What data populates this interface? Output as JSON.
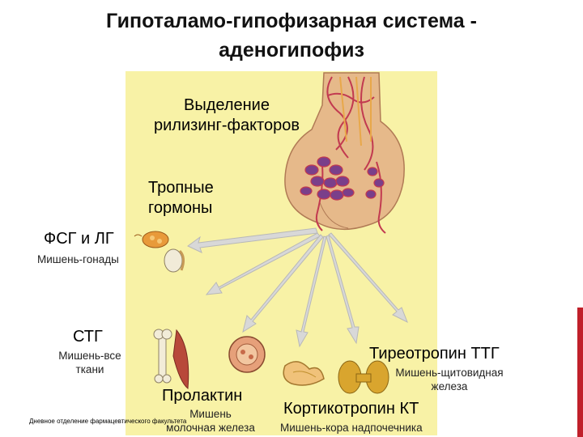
{
  "title_line1": "Гипоталамо-гипофизарная система -",
  "title_line2": "аденогипофиз",
  "labels": {
    "releasing": [
      "Выделение",
      "рилизинг-факторов"
    ],
    "tropic": [
      "Тропные",
      "гормоны"
    ],
    "fsh_lh": "ФСГ и ЛГ",
    "gonads": "Мишень-гонады",
    "stg": "СТГ",
    "all_tissues": [
      "Мишень-все",
      "ткани"
    ],
    "prolactin": "Пролактин",
    "prolactin_target": [
      "Мишень",
      "молочная железа"
    ],
    "tsh": "Тиреотропин ТТГ",
    "thyroid_target": [
      "Мишень-щитовидная",
      "железа"
    ],
    "acth": "Кортикотропин КТ",
    "adrenal_target": "Мишень-кора надпочечника"
  },
  "footer": "Дневное отделение фармацевтического факультета",
  "colors": {
    "panel": "#f8f2a6",
    "gland": "#e6b98a",
    "vessel": "#c23a50",
    "arrow": "#d8d8d8",
    "accent": "#c0202a"
  }
}
